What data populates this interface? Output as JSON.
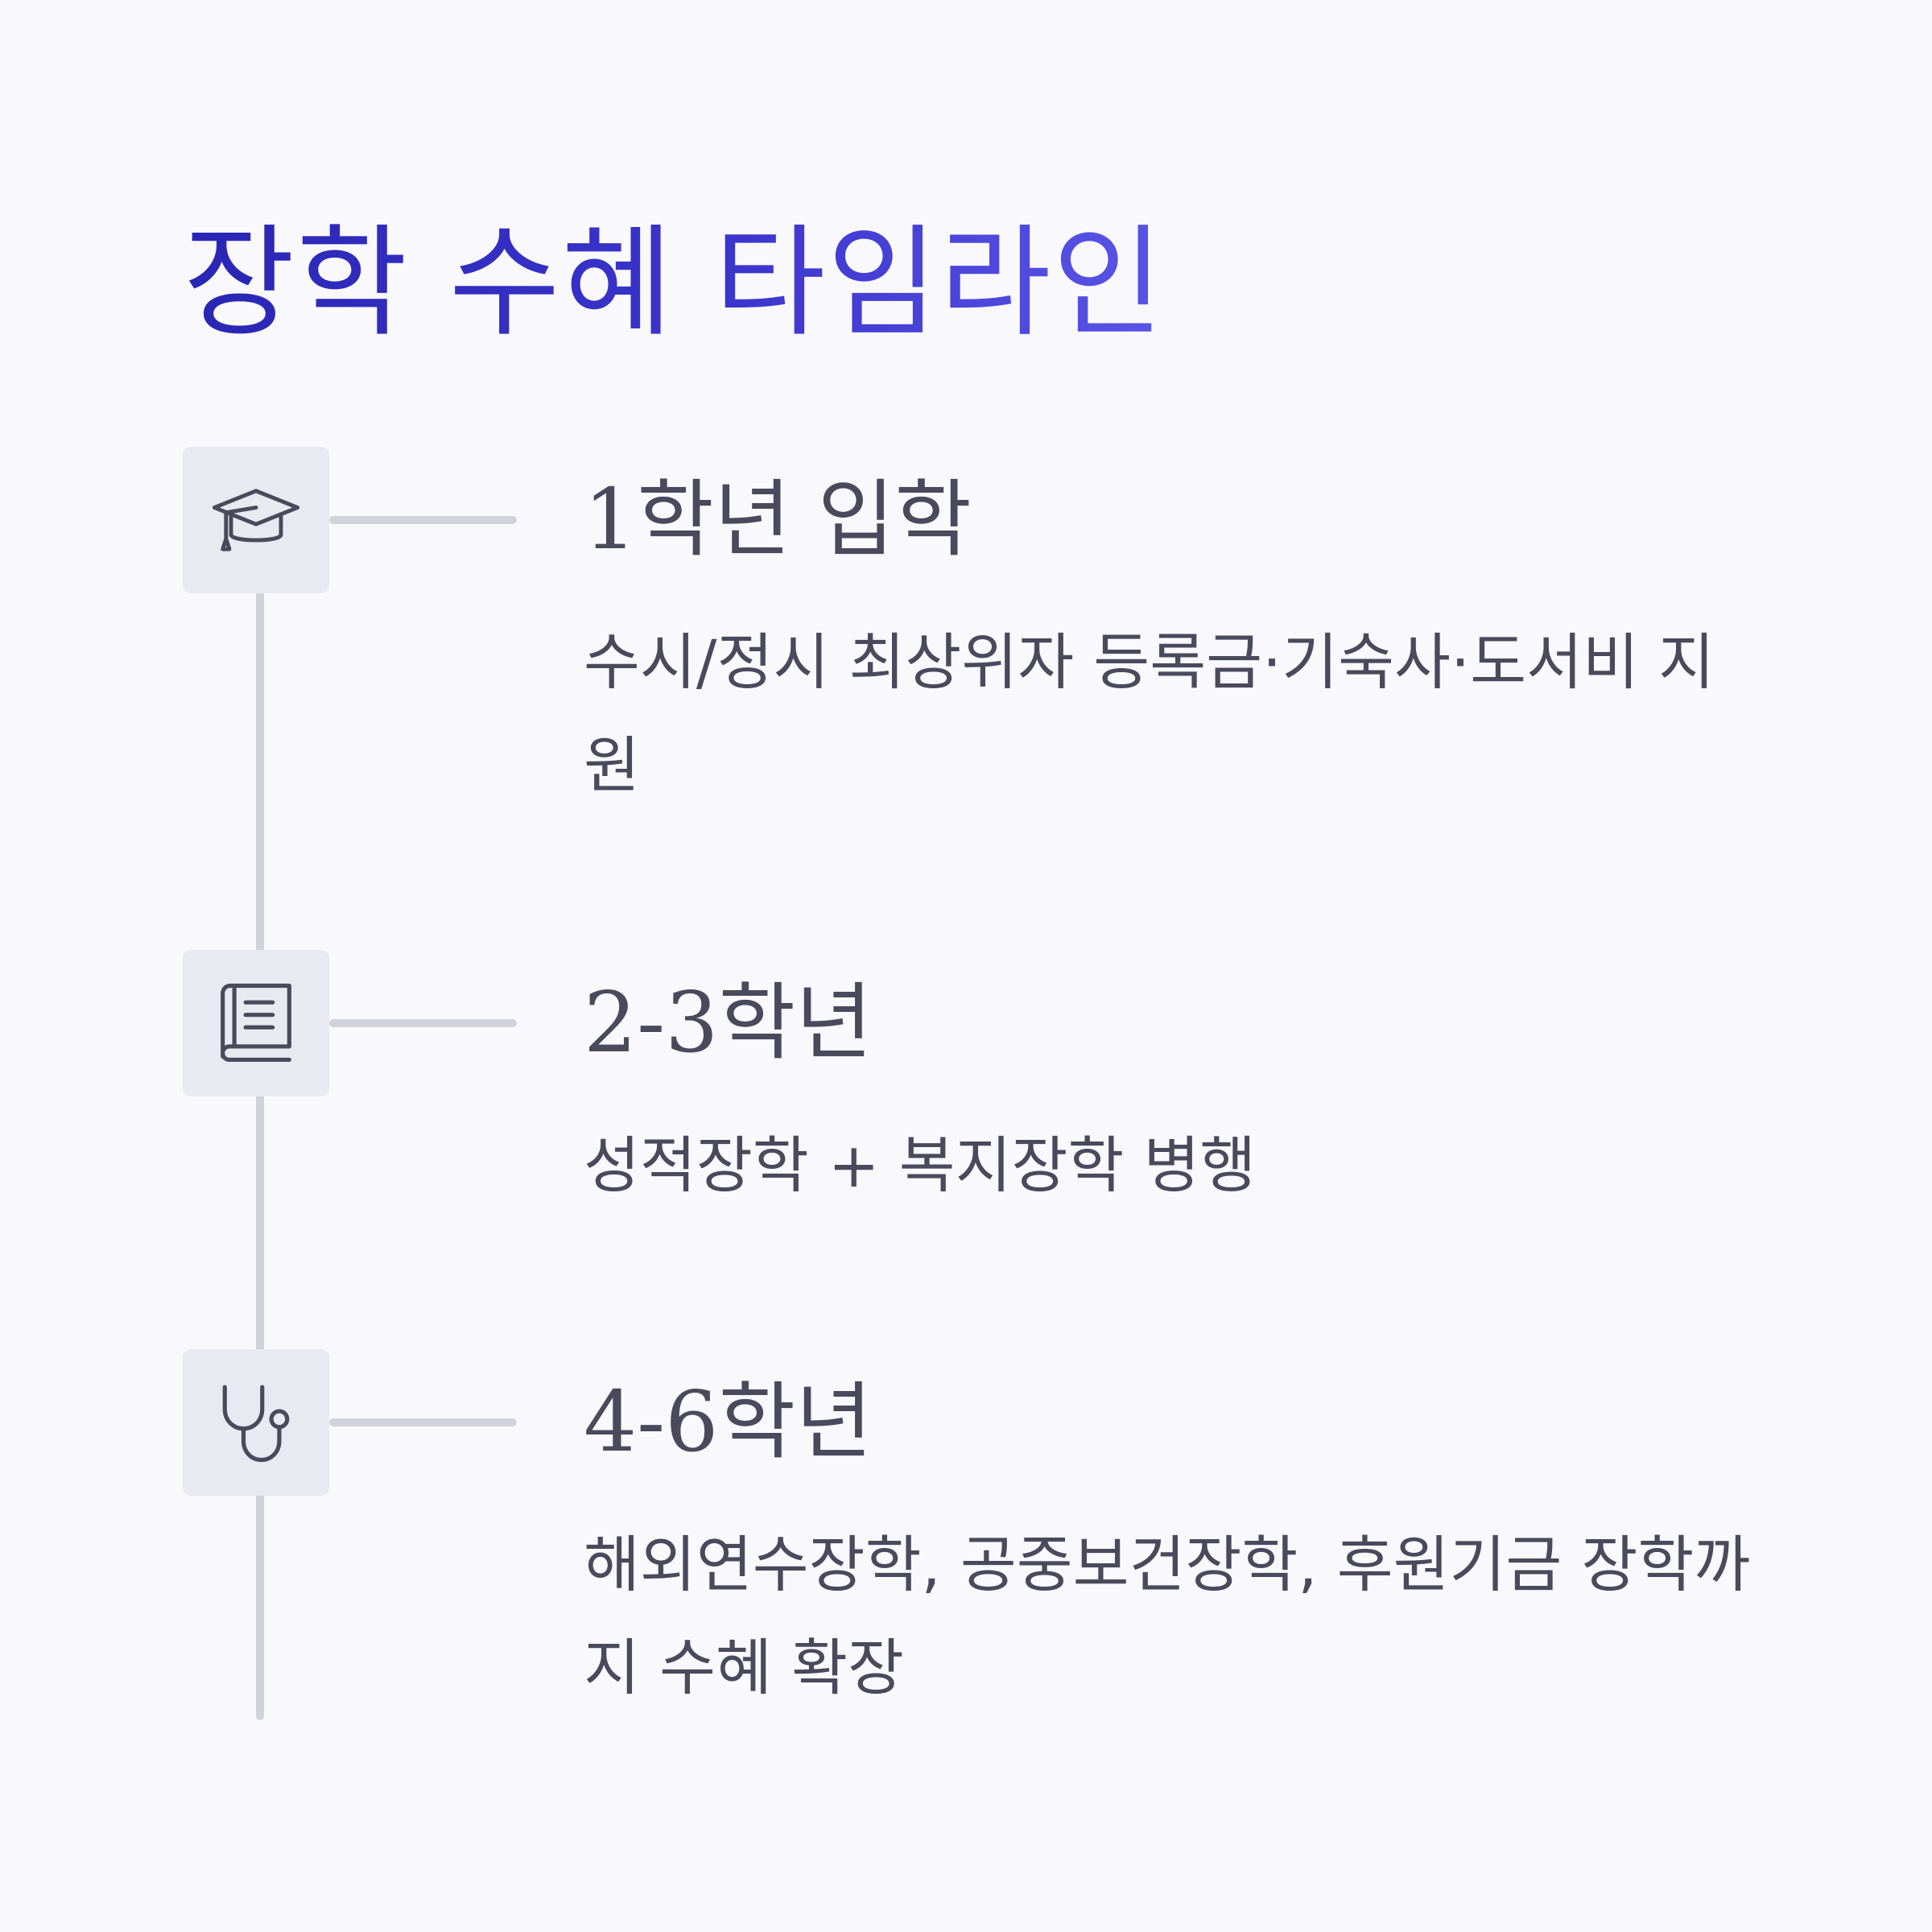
{
  "title": "장학 수혜 타임라인",
  "steps": [
    {
      "icon": "graduation-cap-icon",
      "heading": "1학년 입학",
      "description": "수시/정시 최상위자 등록금·기숙사·도서비 지원"
    },
    {
      "icon": "book-icon",
      "heading": "2-3학년",
      "description": "성적장학 + 복지장학 병행"
    },
    {
      "icon": "stethoscope-icon",
      "heading": "4-6학년",
      "description": "해외연수장학, 공중보건장학, 후원기금 장학까지 수혜 확장"
    }
  ],
  "colors": {
    "background": "#f9f9fd",
    "title_gradient_start": "#2a26b4",
    "title_gradient_end": "#5a54e6",
    "text": "#4a4a5c",
    "line": "#d2d2db",
    "icon_box": "#e9e9f1"
  }
}
